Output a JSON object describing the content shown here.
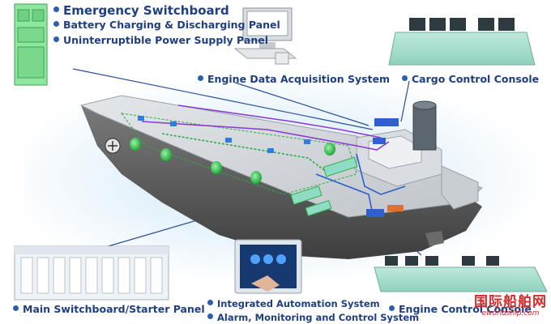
{
  "labels": {
    "emergency_switchboard": "Emergency Switchboard",
    "battery_panel": "Battery Charging & Discharging Panel",
    "ups_panel": "Uninterruptible Power Supply Panel",
    "engine_data": "Engine Data Acquisition System",
    "cargo_console": "Cargo Control Console",
    "main_switchboard": "Main Switchboard/Starter Panel",
    "integrated_automation": "Integrated Automation System",
    "alarm_monitoring": "Alarm, Monitoring and Control System",
    "engine_control": "Engine Control Console"
  },
  "watermark": {
    "chinese": "国际船舶网",
    "english": "eworldship.com"
  },
  "colors": {
    "label_text": "#1f3f82",
    "hull": "#5a5a5a",
    "deck": "#d2d6da",
    "portholes": "#33c24a",
    "cable_purple": "#8a3ad6",
    "cable_blue": "#2a5fd0",
    "cable_green": "#2eae47",
    "watermark": "#d62828"
  }
}
